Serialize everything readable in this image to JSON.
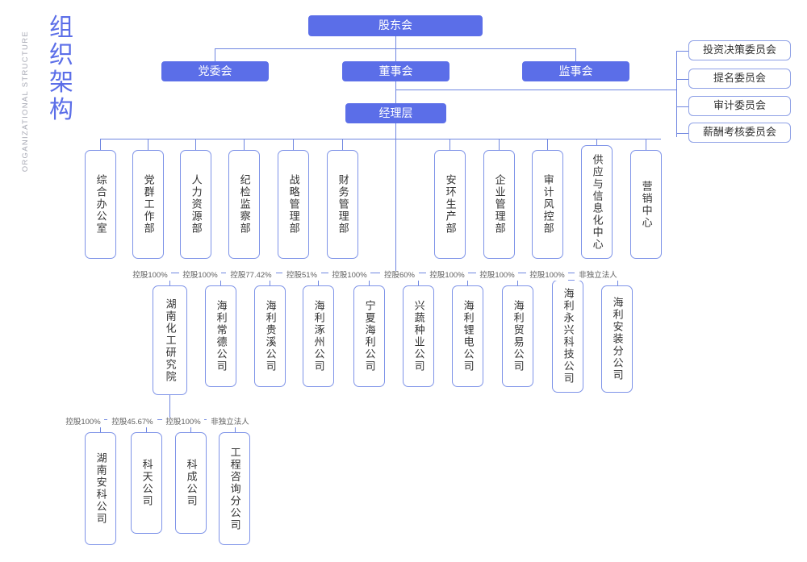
{
  "title": {
    "zh": [
      "组",
      "织",
      "架",
      "构"
    ],
    "en": "ORGANIZATIONAL STRUCTURE"
  },
  "colors": {
    "accent": "#5b6ee8",
    "line": "#6f86e0",
    "box_border": "#7e93e8",
    "text": "#333333",
    "muted": "#a8aab5",
    "pct_text": "#5f5f5f"
  },
  "top": {
    "label": "股东会"
  },
  "governance": [
    {
      "label": "党委会"
    },
    {
      "label": "董事会"
    },
    {
      "label": "监事会"
    }
  ],
  "committees": [
    {
      "label": "投资决策委员会"
    },
    {
      "label": "提名委员会"
    },
    {
      "label": "审计委员会"
    },
    {
      "label": "薪酬考核委员会"
    }
  ],
  "management": {
    "label": "经理层"
  },
  "departments": [
    {
      "label": "综合办公室"
    },
    {
      "label": "党群工作部"
    },
    {
      "label": "人力资源部"
    },
    {
      "label": "纪检监察部"
    },
    {
      "label": "战略管理部"
    },
    {
      "label": "财务管理部"
    },
    {
      "label": "安环生产部"
    },
    {
      "label": "企业管理部"
    },
    {
      "label": "审计风控部"
    },
    {
      "label": "供应与信息化中心"
    },
    {
      "label": "营销中心"
    }
  ],
  "subsidiaries": [
    {
      "label": "湖南化工研究院",
      "pct": "控股100%"
    },
    {
      "label": "海利常德公司",
      "pct": "控股100%"
    },
    {
      "label": "海利贵溪公司",
      "pct": "控股77.42%"
    },
    {
      "label": "海利涿州公司",
      "pct": "控股51%"
    },
    {
      "label": "宁夏海利公司",
      "pct": "控股100%"
    },
    {
      "label": "兴蔬种业公司",
      "pct": "控股60%"
    },
    {
      "label": "海利锂电公司",
      "pct": "控股100%"
    },
    {
      "label": "海利贸易公司",
      "pct": "控股100%"
    },
    {
      "label": "海利永兴科技公司",
      "pct": "控股100%"
    },
    {
      "label": "海利安装分公司",
      "pct": "非独立法人"
    }
  ],
  "sub_subsidiaries": [
    {
      "label": "湖南安科公司",
      "pct": "控股100%"
    },
    {
      "label": "科天公司",
      "pct": "控股45.67%"
    },
    {
      "label": "科成公司",
      "pct": "控股100%"
    },
    {
      "label": "工程咨询分公司",
      "pct": "非独立法人"
    }
  ]
}
